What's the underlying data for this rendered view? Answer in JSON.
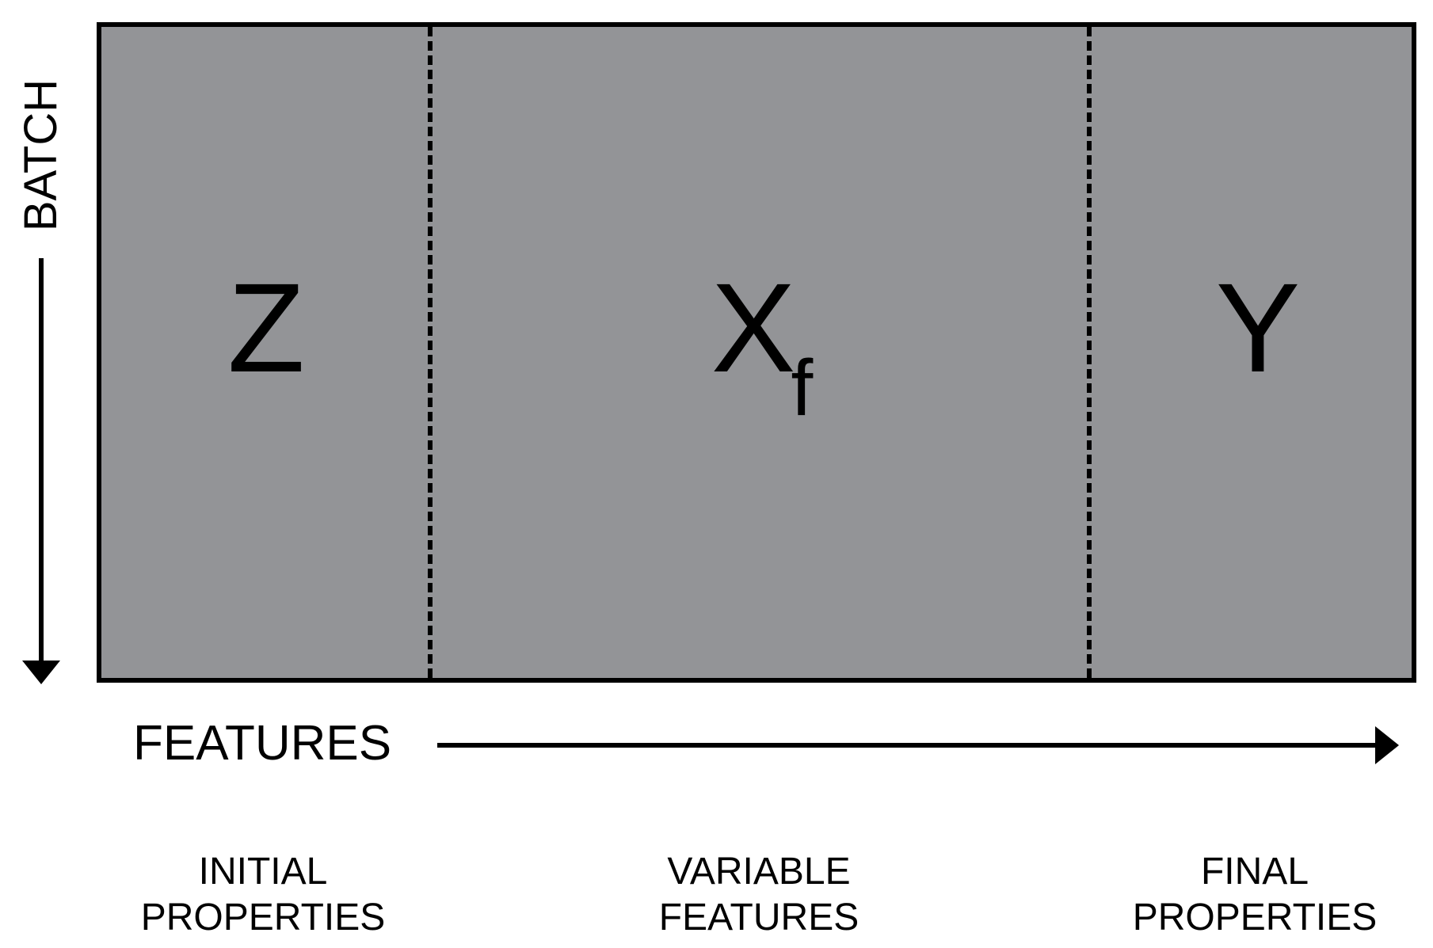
{
  "diagram": {
    "batch_axis_label": "BATCH",
    "features_axis_label": "FEATURES",
    "blocks": [
      {
        "symbol": "Z",
        "subscript": "",
        "caption_line1": "INITIAL",
        "caption_line2": "PROPERTIES"
      },
      {
        "symbol": "X",
        "subscript": "f",
        "caption_line1": "VARIABLE",
        "caption_line2": "FEATURES"
      },
      {
        "symbol": "Y",
        "subscript": "",
        "caption_line1": "FINAL",
        "caption_line2": "PROPERTIES"
      }
    ],
    "colors": {
      "matrix_fill": "#939497",
      "outline": "#000000"
    }
  }
}
